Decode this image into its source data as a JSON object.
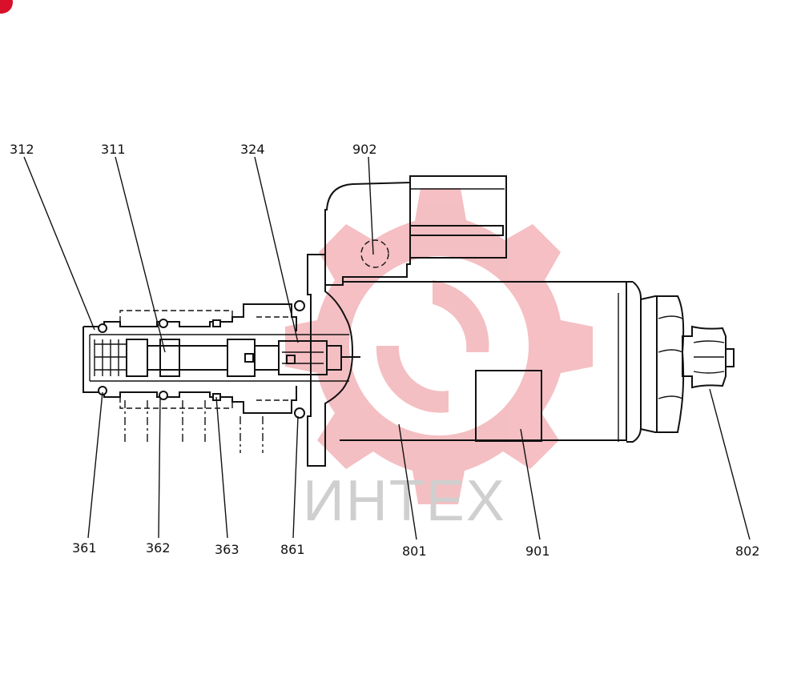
{
  "parts": {
    "p312": "312",
    "p311": "311",
    "p324": "324",
    "p902": "902",
    "p361": "361",
    "p362": "362",
    "p363": "363",
    "p861": "861",
    "p801": "801",
    "p901": "901",
    "p802": "802"
  },
  "watermark": {
    "text": "ИНТЕХ",
    "color": "#e83a4a"
  },
  "corner_badge_color": "#d8102a"
}
